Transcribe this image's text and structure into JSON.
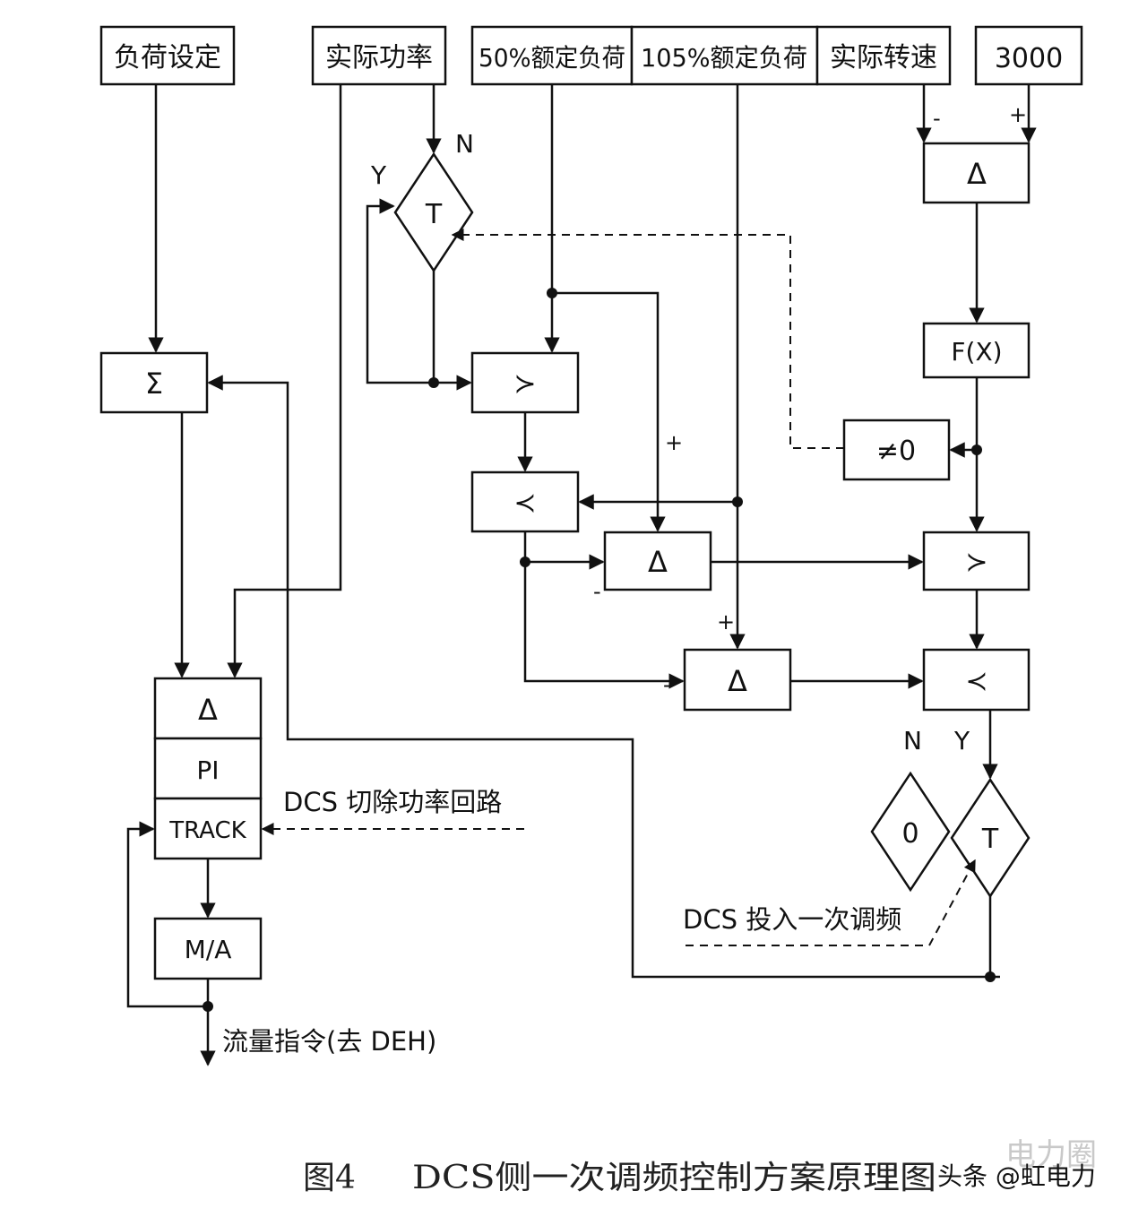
{
  "inputs": {
    "load_setpoint": "负荷设定",
    "actual_power": "实际功率",
    "rated_50": "50%额定负荷",
    "rated_105": "105%额定负荷",
    "actual_speed": "实际转速",
    "speed_3000": "3000"
  },
  "blocks": {
    "sum": "Σ",
    "delta": "Δ",
    "fx": "F(X)",
    "neq0": "≠0",
    "gt": "≻",
    "lt": "≺",
    "t": "T",
    "zero": "0",
    "pi": "PI",
    "track": "TRACK",
    "ma": "M/A"
  },
  "marks": {
    "y": "Y",
    "n": "N",
    "plus": "+",
    "minus": "-"
  },
  "notes": {
    "dcs_cut_power_loop": "DCS 切除功率回路",
    "dcs_enable_pfr": "DCS 投入一次调频",
    "flow_command": "流量指令(去 DEH)"
  },
  "caption": {
    "fig_no": "图4",
    "title": "DCS侧一次调频控制方案原理图"
  },
  "watermark": {
    "faint": "电力圈",
    "text": "头条 @虹电力"
  }
}
